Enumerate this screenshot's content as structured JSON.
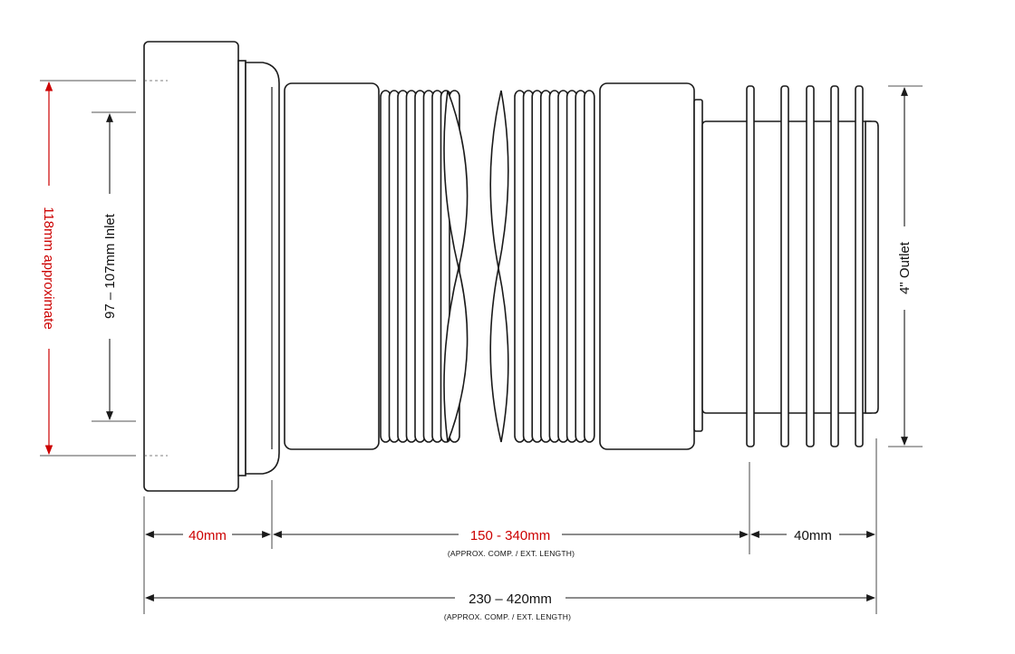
{
  "dimensions": {
    "inlet_height": "118mm approximate",
    "inlet_inner": "97 – 107mm Inlet",
    "outlet": "4\" Outlet",
    "inlet_length": "40mm",
    "flexible_length": "150 - 340mm",
    "flexible_note": "(APPROX. COMP. / EXT. LENGTH)",
    "outlet_length": "40mm",
    "overall_length": "230 – 420mm",
    "overall_note": "(APPROX. COMP. / EXT. LENGTH)"
  },
  "colors": {
    "line": "#1a1a1a",
    "accent": "#cc0000"
  }
}
